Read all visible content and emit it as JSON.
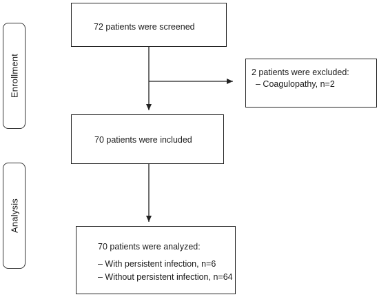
{
  "stages": {
    "enrollment": "Enrollment",
    "analysis": "Analysis"
  },
  "boxes": {
    "screened": {
      "title": "72 patients were screened"
    },
    "excluded": {
      "title": "2 patients were excluded:",
      "items": [
        "–  Coagulopathy, n=2"
      ]
    },
    "included": {
      "title": "70 patients were included"
    },
    "analyzed": {
      "title": "70 patients were analyzed:",
      "items": [
        "– With persistent infection, n=6",
        "– Without persistent infection, n=64"
      ]
    }
  },
  "colors": {
    "stroke": "#222222",
    "text": "#1a1a1a",
    "background": "#ffffff"
  }
}
